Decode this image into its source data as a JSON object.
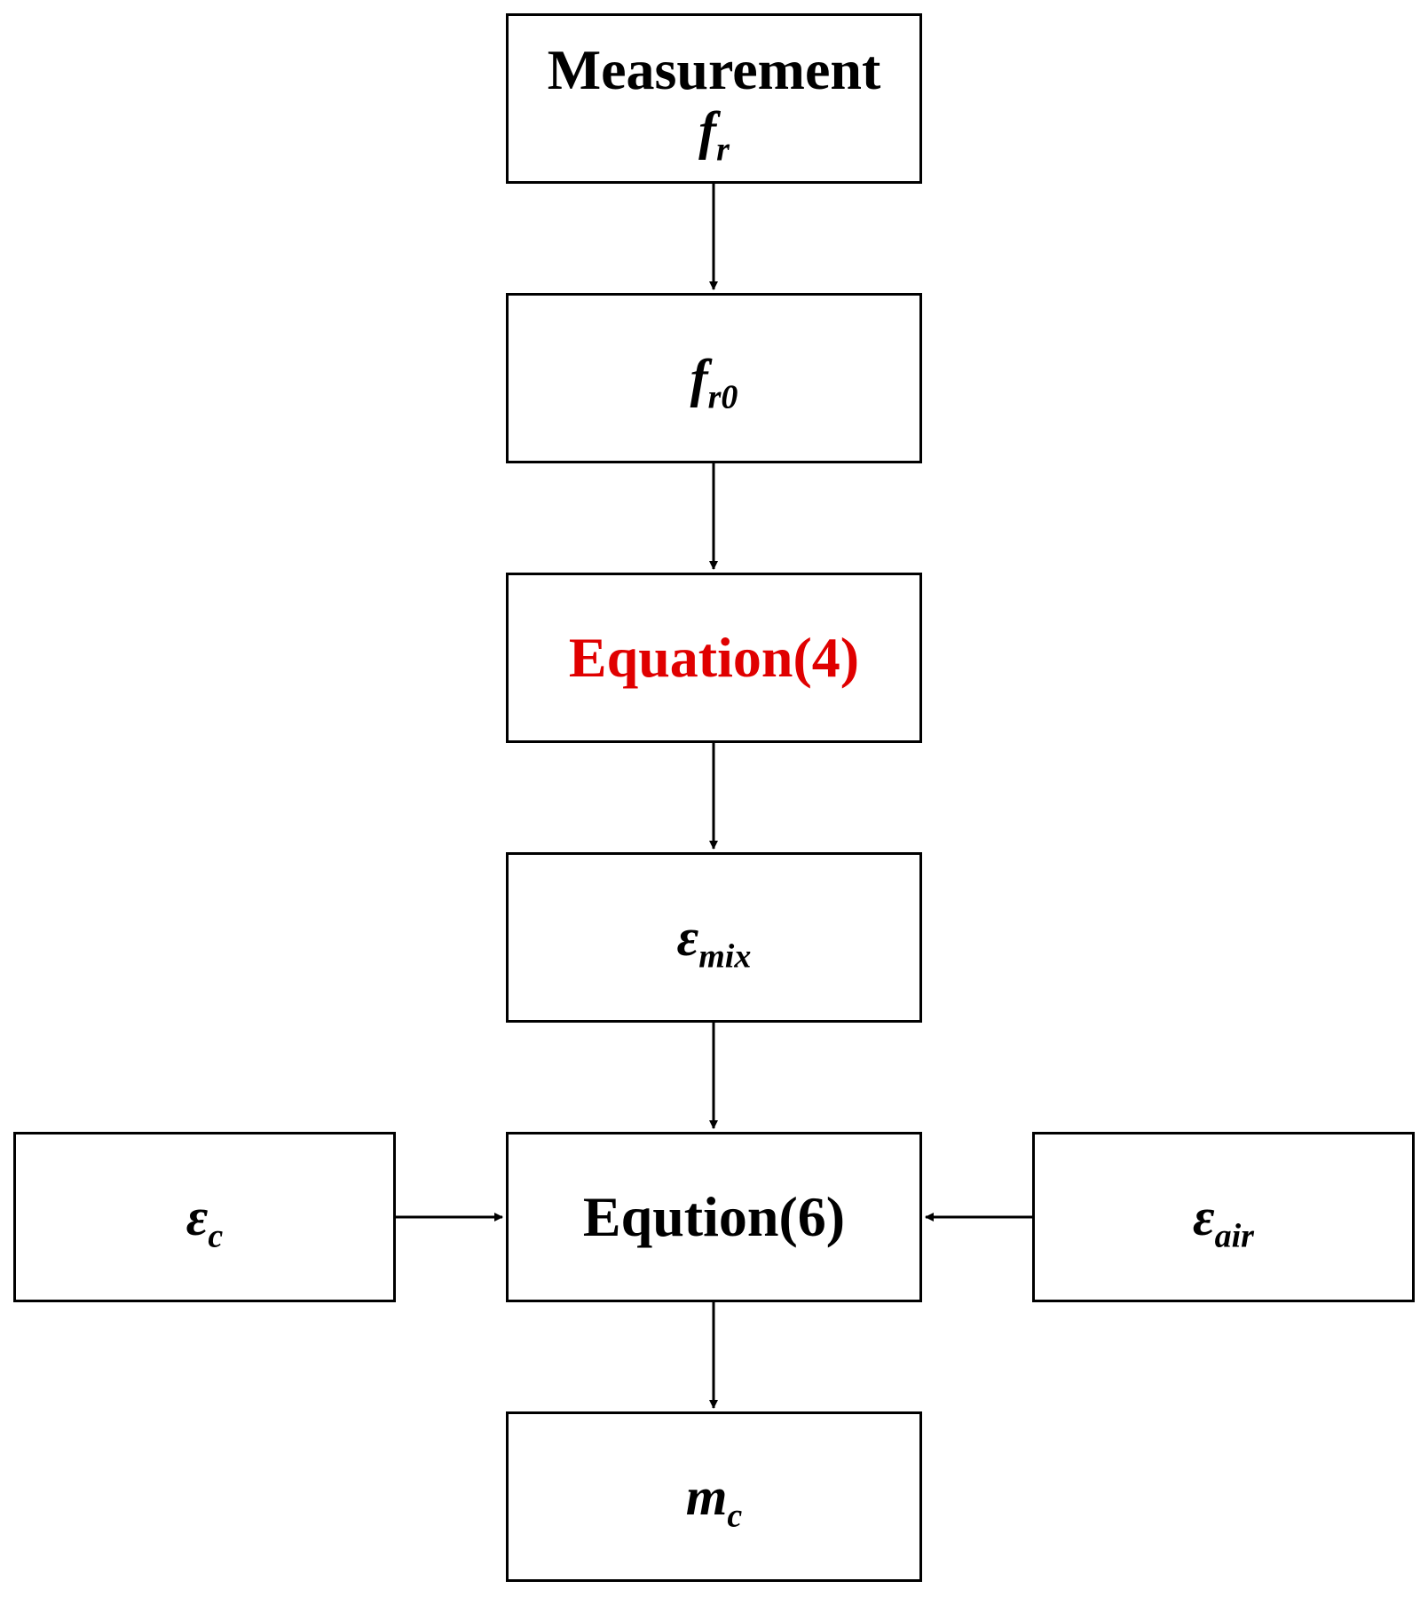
{
  "colors": {
    "box_border": "#000000",
    "text_default": "#000000",
    "highlight_text": "#e00000",
    "background": "#ffffff"
  },
  "nodes": {
    "measurement": {
      "title": "Measurement",
      "var_base": "f",
      "var_sub": "r"
    },
    "fr0": {
      "var_base": "f",
      "var_sub": "r0"
    },
    "equation4": {
      "label": "Equation(4)"
    },
    "emix": {
      "var_base": "ε",
      "var_sub": "mix"
    },
    "equation6": {
      "label": "Eqution(6)"
    },
    "ec": {
      "var_base": "ε",
      "var_sub": "c"
    },
    "eair": {
      "var_base": "ε",
      "var_sub": "air"
    },
    "mc": {
      "var_base": "m",
      "var_sub": "c"
    }
  },
  "edges": [
    {
      "from": "measurement",
      "to": "fr0"
    },
    {
      "from": "fr0",
      "to": "equation4"
    },
    {
      "from": "equation4",
      "to": "emix"
    },
    {
      "from": "emix",
      "to": "equation6"
    },
    {
      "from": "ec",
      "to": "equation6"
    },
    {
      "from": "eair",
      "to": "equation6"
    },
    {
      "from": "equation6",
      "to": "mc"
    }
  ]
}
